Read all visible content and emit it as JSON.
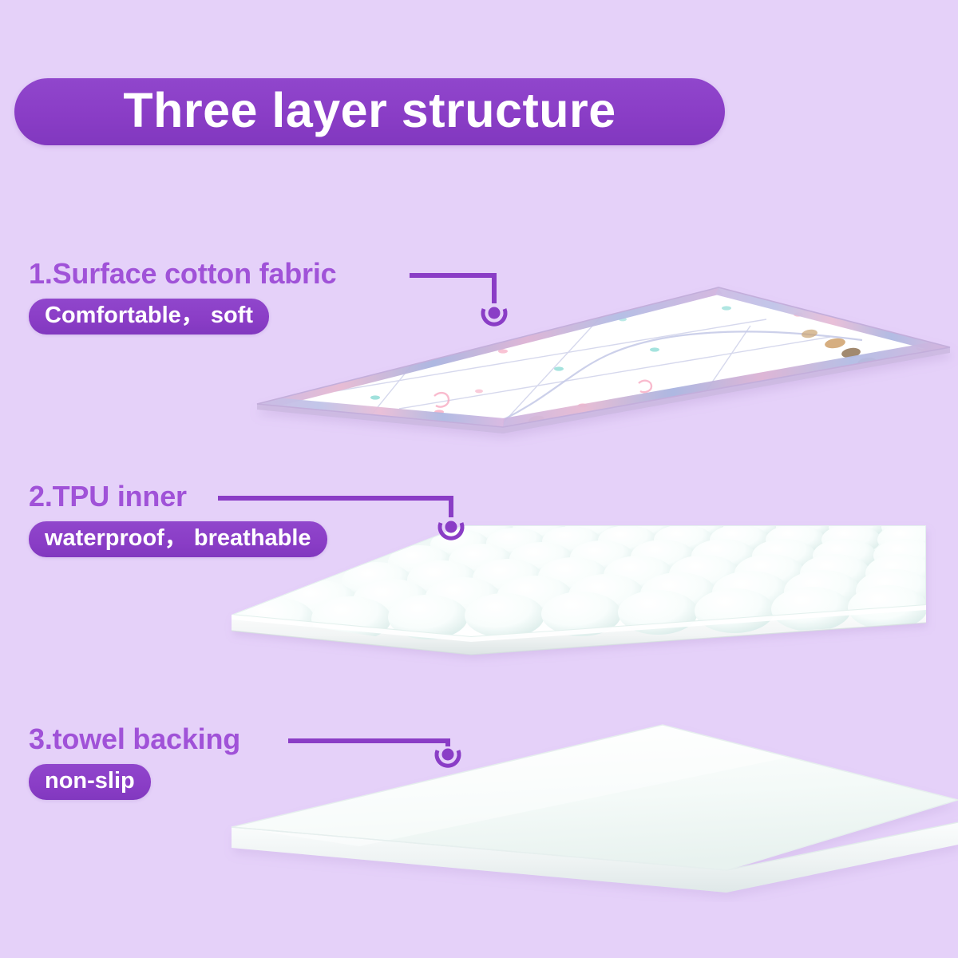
{
  "page": {
    "background_color": "#e5d1f9",
    "accent_purple": "#8a3dc6",
    "heading_purple": "#a052d8"
  },
  "title": {
    "text": "Three layer structure"
  },
  "layers": [
    {
      "heading": "1.Surface cotton fabric",
      "pill": "Comfortable， soft",
      "marker_label": "layer-1-marker",
      "art": "printed-cotton-fabric-mat"
    },
    {
      "heading": "2.TPU inner",
      "pill": "waterproof， breathable",
      "marker_label": "layer-2-marker",
      "art": "bubble-textured-tpu-slab"
    },
    {
      "heading": "3.towel backing",
      "pill": "non-slip",
      "marker_label": "layer-3-marker",
      "art": "plain-towel-backing-slab"
    }
  ]
}
